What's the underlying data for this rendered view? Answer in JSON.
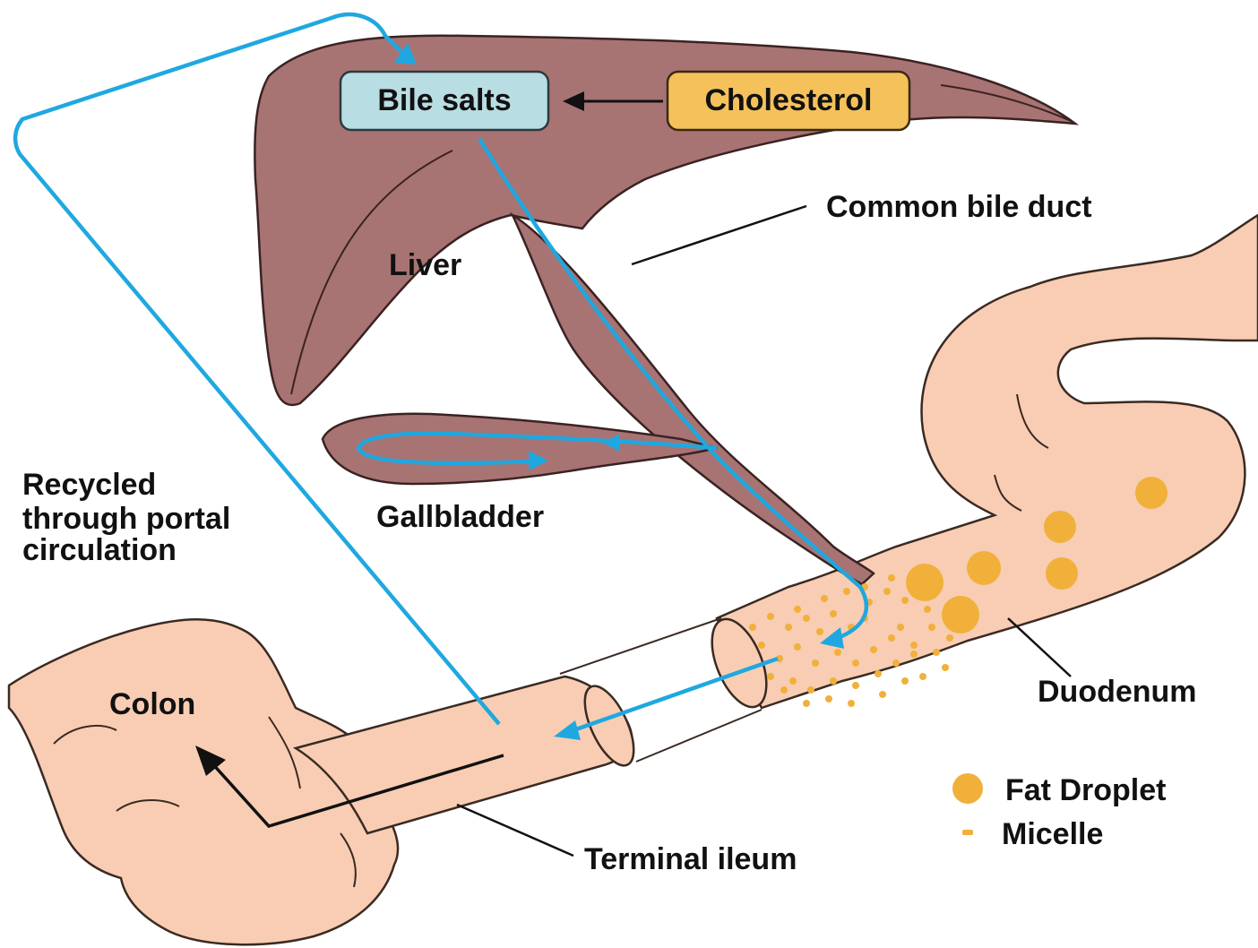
{
  "labels": {
    "bile_salts": "Bile salts",
    "cholesterol": "Cholesterol",
    "common_bile_duct": "Common bile duct",
    "liver": "Liver",
    "gallbladder": "Gallbladder",
    "recycled_line1": "Recycled",
    "recycled_line2": "through portal",
    "recycled_line3": "circulation",
    "colon": "Colon",
    "duodenum": "Duodenum",
    "terminal_ileum": "Terminal ileum"
  },
  "legend": {
    "fat_droplet": "Fat Droplet",
    "micelle": "Micelle"
  },
  "colors": {
    "liver": "#a87373",
    "liver_outline": "#3a2222",
    "intestine": "#f8cdb4",
    "intestine_outline": "#3a2a22",
    "flow_arrow": "#1fa8e0",
    "bile_salts_box": "#b8dde3",
    "cholesterol_box": "#f5c15a",
    "fat": "#f0b03a"
  }
}
